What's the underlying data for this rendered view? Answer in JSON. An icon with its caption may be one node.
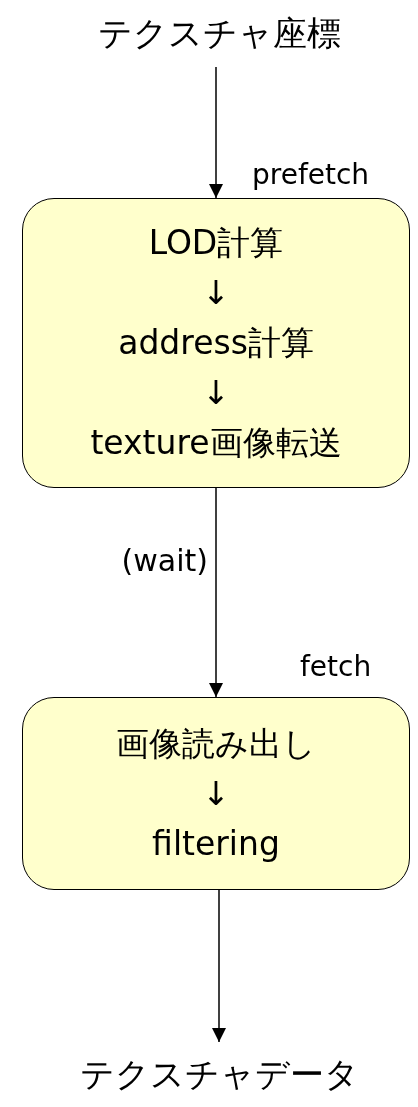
{
  "diagram": {
    "nodes": [
      {
        "text": [
          "テクスチャ座標"
        ]
      },
      {
        "text": [
          "LOD計算",
          "↓",
          "address計算",
          "↓",
          "texture画像転送"
        ],
        "beside": [
          "prefetch"
        ]
      },
      {
        "text": [
          "画像読み出し",
          "↓",
          "filtering"
        ],
        "beside": [
          "fetch"
        ]
      },
      {
        "text": [
          "テクスチャデータ"
        ]
      }
    ],
    "edges": [
      {
        "from": 0,
        "to": 1,
        "arrow": "to"
      },
      {
        "from": 1,
        "to": 2,
        "arrow": "to",
        "label": "(wait)"
      },
      {
        "from": 2,
        "to": 3,
        "arrow": "to"
      }
    ]
  }
}
